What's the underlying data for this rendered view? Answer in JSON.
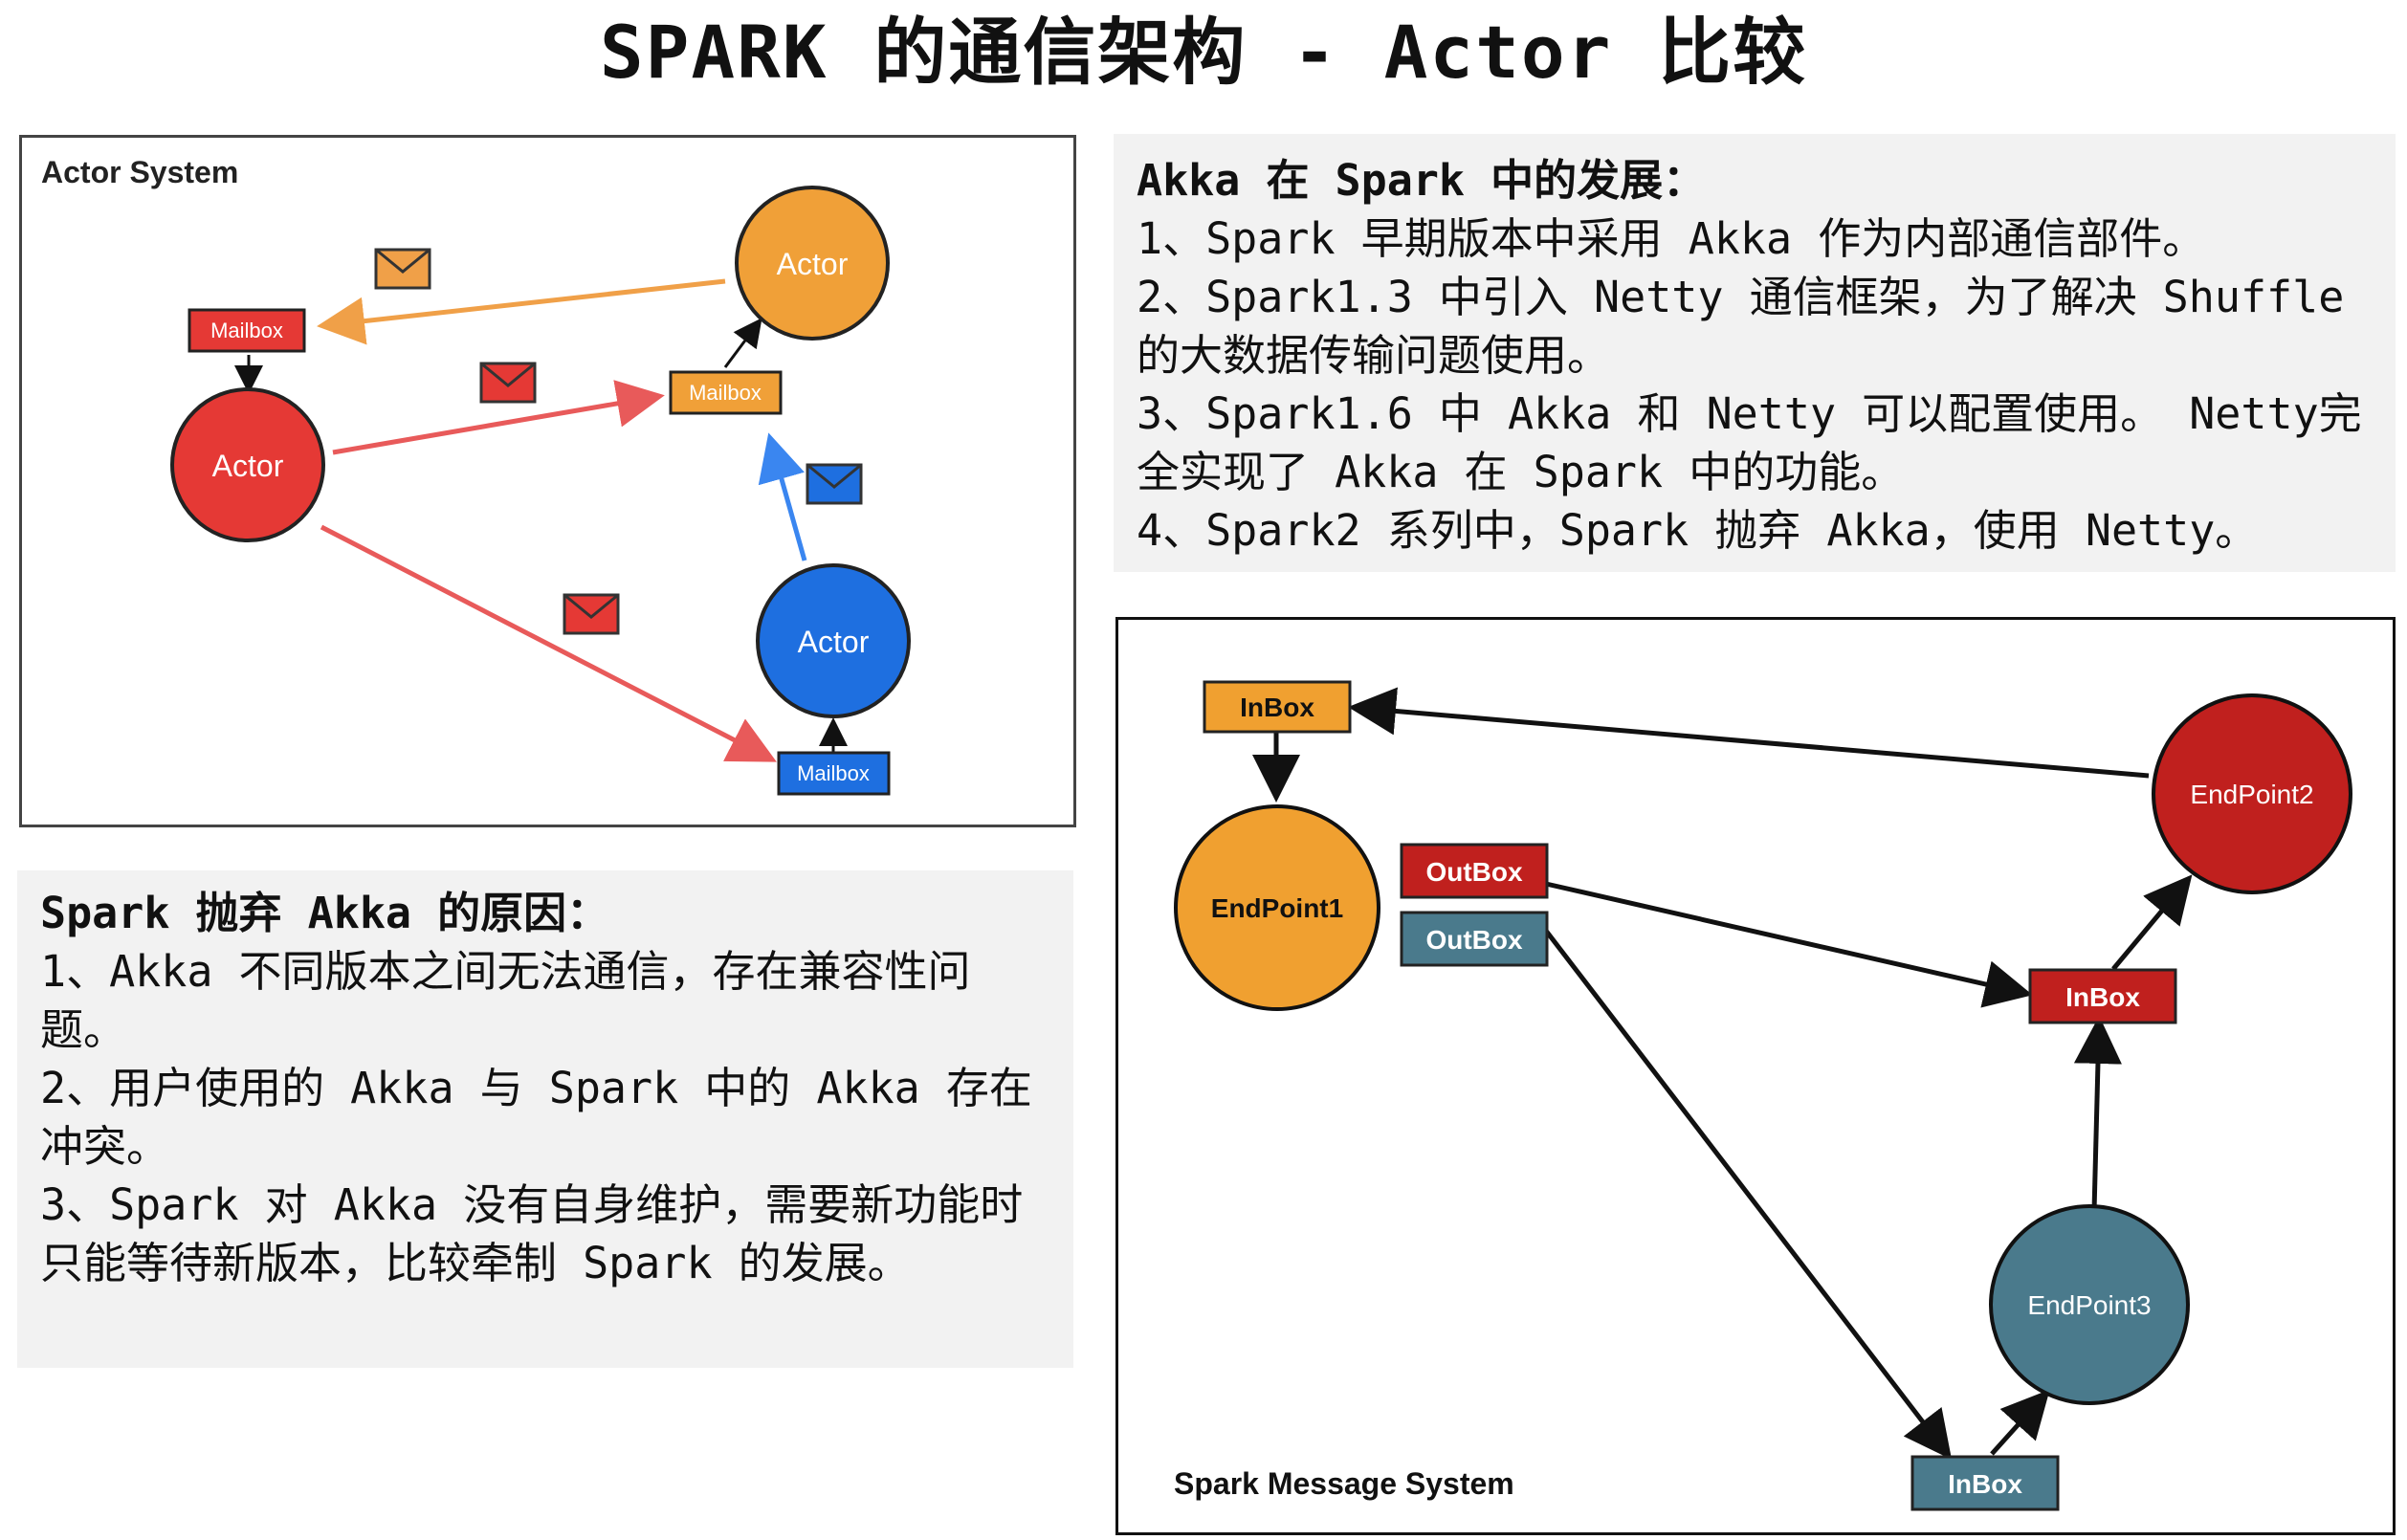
{
  "title": "SPARK 的通信架构 - Actor 比较",
  "akka_box": {
    "heading": "Akka 在 Spark 中的发展：",
    "lines": [
      "1、Spark 早期版本中采用 Akka 作为内部通信部件。",
      "2、Spark1.3 中引入 Netty 通信框架，为了解决 Shuffle的大数据传输问题使用。",
      "3、Spark1.6 中 Akka 和 Netty 可以配置使用。 Netty完全实现了 Akka 在 Spark 中的功能。",
      "4、Spark2 系列中，Spark 抛弃 Akka，使用 Netty。"
    ]
  },
  "reason_box": {
    "heading": "Spark 抛弃 Akka 的原因：",
    "lines": [
      "1、Akka 不同版本之间无法通信，存在兼容性问题。",
      "2、用户使用的 Akka 与 Spark 中的 Akka 存在冲突。",
      "3、Spark 对 Akka 没有自身维护，需要新功能时只能等待新版本，比较牵制 Spark 的发展。"
    ]
  },
  "actor_diagram": {
    "label": "Actor System",
    "actor_label": "Actor",
    "mailbox_label": "Mailbox",
    "colors": {
      "red": "#e53935",
      "orange": "#f0a038",
      "blue": "#1e6fe0",
      "edge_red": "#e85a5a",
      "edge_orange": "#f0a048",
      "edge_blue": "#3a86f0"
    }
  },
  "spark_diagram": {
    "label": "Spark Message System",
    "endpoint1": "EndPoint1",
    "endpoint2": "EndPoint2",
    "endpoint3": "EndPoint3",
    "inbox_label": "InBox",
    "outbox_label": "OutBox",
    "colors": {
      "orange": "#f0a030",
      "red": "#c0201e",
      "teal": "#4a7a8c"
    }
  }
}
